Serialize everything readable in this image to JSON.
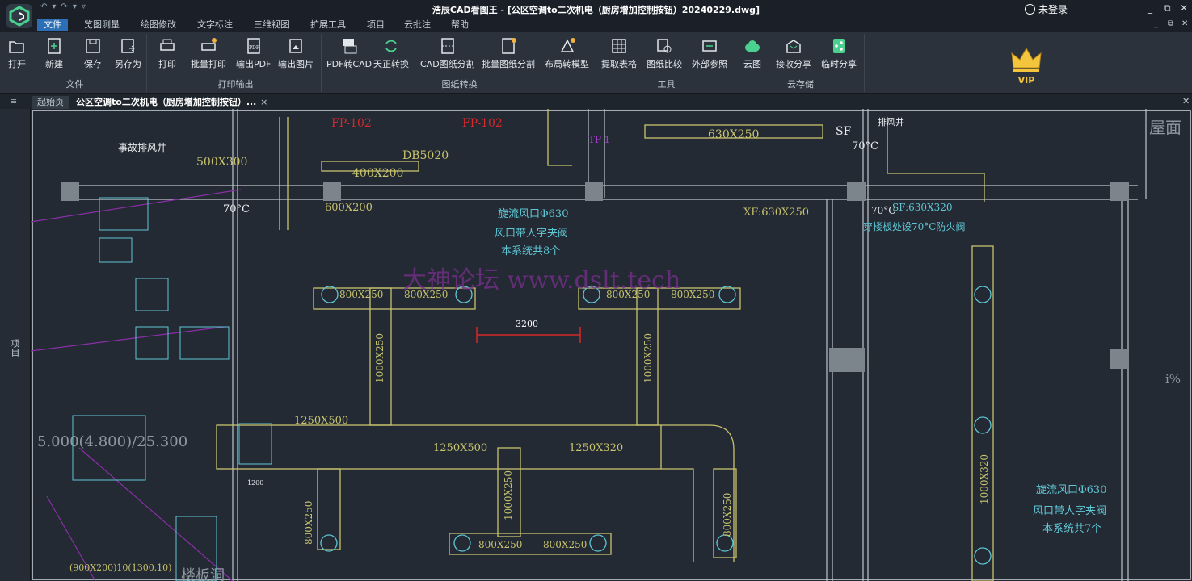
{
  "app": {
    "title": "浩辰CAD看图王 - [公区空调to二次机电（厨房增加控制按钮）20240229.dwg]",
    "user": "未登录"
  },
  "menu": [
    "文件",
    "览图测量",
    "绘图修改",
    "文字标注",
    "三维视图",
    "扩展工具",
    "项目",
    "云批注",
    "帮助"
  ],
  "ribbon": {
    "groups": [
      {
        "title": "文件",
        "buttons": [
          "打开",
          "新建",
          "保存",
          "另存为"
        ]
      },
      {
        "title": "打印输出",
        "buttons": [
          "打印",
          "批量打印",
          "输出PDF",
          "输出图片"
        ]
      },
      {
        "title": "图纸转换",
        "buttons": [
          "PDF转CAD",
          "天正转换",
          "CAD图纸分割",
          "批量图纸分割",
          "布局转模型"
        ]
      },
      {
        "title": "工具",
        "buttons": [
          "提取表格",
          "图纸比较",
          "外部参照"
        ]
      },
      {
        "title": "云存储",
        "buttons": [
          "云图",
          "接收分享",
          "临时分享"
        ]
      }
    ],
    "vip": "VIP"
  },
  "tabs": {
    "start": "起始页",
    "doc": "公区空调to二次机电（厨房增加控制按钮）..."
  },
  "sidebar": {
    "label": "项目"
  },
  "drawing": {
    "labels": {
      "fp102a": "FP-102",
      "fp102b": "FP-102",
      "db": "DB5020",
      "duct400": "400X200",
      "duct500": "500X300",
      "duct630": "630X250",
      "sf": "SF",
      "exhaust": "事故排风井",
      "smoke": "排风井",
      "tp": "TP-1",
      "r70a": "70°C",
      "r70b": "70°C",
      "r70c": "70°C",
      "xf": "XF:630X250",
      "sf630": "SF:630X320",
      "fire": "穿楼板处设70°C防火阀",
      "d600": "600X200",
      "swirl": "旋流风口Φ630",
      "clamp": "风口带人字夹阀",
      "count8": "本系统共8个",
      "watermark": "大神论坛   www.dslt.tech",
      "d800a": "800X250",
      "d800b": "800X250",
      "d800c": "800X250",
      "d800d": "800X250",
      "dim3200": "3200",
      "v1000a": "1000X250",
      "v1000b": "1000X250",
      "v1000c": "1000X250",
      "h1250a": "1250X500",
      "h1250b": "1250X500",
      "h1250c": "1250X320",
      "level": "5.000(4.800)/25.300",
      "v800a": "800X250",
      "v800b": "800X250",
      "b800a": "800X250",
      "b800b": "800X250",
      "swirl2": "旋流风口Φ630",
      "clamp2": "风口带人字夹阀",
      "count7": "本系统共7个",
      "v1000d": "1000X320",
      "roof": "屋面",
      "floor": "楼板洞",
      "pct": "i%",
      "d1200": "1200",
      "bottom": "(900X200)10(1300.10)"
    }
  },
  "colors": {
    "accent": "#2c6fb7",
    "duct": "#c8c36e",
    "diffuser": "#5fc7d6",
    "red": "#d4282b",
    "magenta": "#8a2fa8",
    "wall": "#bfc6cc"
  }
}
